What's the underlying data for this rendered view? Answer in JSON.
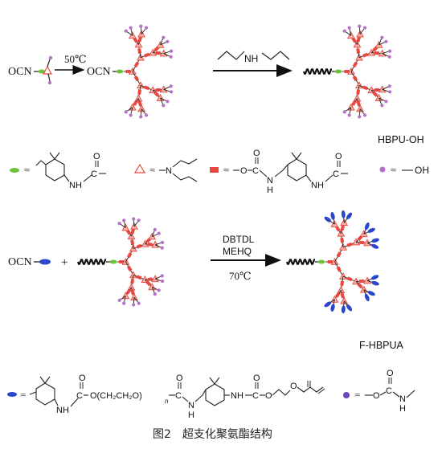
{
  "row1": {
    "reagent": "OCN",
    "arrow_condition": "50℃",
    "intermediate": "OCN",
    "amine_label": "NH",
    "product_name": "HBPU-OH"
  },
  "legend1": {
    "eq1": "=",
    "nh_a": "NH",
    "c_a": "C",
    "o_a": "O",
    "eq2": "=",
    "n_b": "N",
    "eq3": "=",
    "o_c1": "O",
    "c_c": "C",
    "o_c2": "O",
    "nh_c": "N",
    "h_c": "H",
    "nh_c2": "NH",
    "c_c2": "C",
    "o_c3": "O",
    "eq4": "=",
    "oh": "OH"
  },
  "row2": {
    "reagent": "OCN",
    "plus": "+",
    "catalyst1": "DBTDL",
    "catalyst2": "MEHQ",
    "temperature": "70℃",
    "product_name": "F-HBPUA"
  },
  "legend2": {
    "eq1": "=",
    "nh_a": "NH",
    "c_a": "C",
    "o_a": "O",
    "chain": "O(CH₂CH₂O)",
    "n_sub": "n",
    "c_b": "C",
    "o_b": "O",
    "nh_b": "N",
    "h_b": "H",
    "nh_c": "NH",
    "c_c": "C",
    "o_c": "O",
    "o_d": "O",
    "o_e": "O",
    "eq2": "=",
    "o_f": "O",
    "c_f": "C",
    "o_f2": "O",
    "n_f": "N",
    "h_f": "H"
  },
  "caption": "图2　超支化聚氨酯结构",
  "colors": {
    "node": "#e8483f",
    "terminal_oh": "#b76fc8",
    "core": "#6cc43c",
    "acrylate": "#2b46c8",
    "marker": "#6a47b8",
    "bond": "#222222"
  }
}
